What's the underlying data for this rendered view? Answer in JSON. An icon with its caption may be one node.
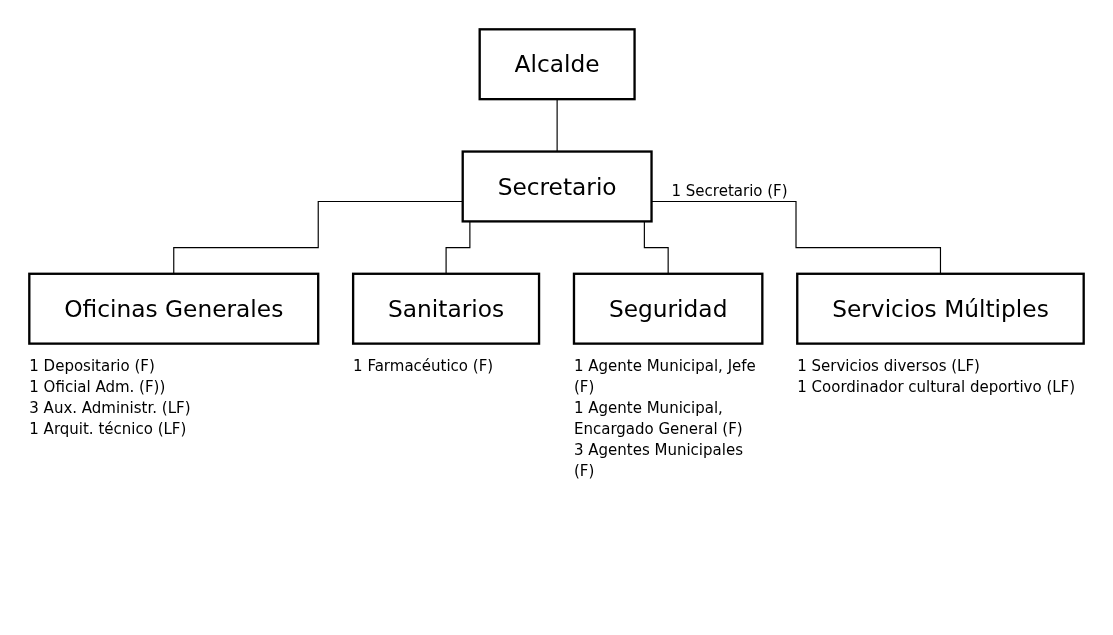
{
  "diagram": {
    "nodes": [
      {
        "text": [
          "Alcalde"
        ]
      },
      {
        "text": [
          "Secretario"
        ],
        "beside": [
          "1 Secretario (F)"
        ]
      },
      {
        "text": [
          "Oficinas Generales"
        ],
        "beside": [
          "1 Depositario (F)",
          "1 Oficial Adm. (F))",
          "3 Aux. Administr. (LF)",
          "1 Arquit. técnico (LF)"
        ]
      },
      {
        "text": [
          "Sanitarios"
        ],
        "beside": [
          "1 Farmacéutico (F)"
        ]
      },
      {
        "text": [
          "Seguridad"
        ],
        "beside": [
          "1 Agente Municipal, Jefe (F)",
          "1 Agente Municipal, Encargado General (F)",
          "3 Agentes Municipales (F)"
        ]
      },
      {
        "text": [
          "Servicios Múltiples"
        ],
        "beside": [
          "1 Servicios diversos (LF)",
          "1 Coordinador cultural deportivo (LF)"
        ]
      }
    ],
    "edges": [
      {
        "from": 0,
        "to": 1,
        "arrow": "none"
      },
      {
        "from": 1,
        "to": 2,
        "arrow": "none"
      },
      {
        "from": 1,
        "to": 3,
        "arrow": "none"
      },
      {
        "from": 1,
        "to": 4,
        "arrow": "none"
      },
      {
        "from": 1,
        "to": 5,
        "arrow": "none"
      }
    ]
  }
}
